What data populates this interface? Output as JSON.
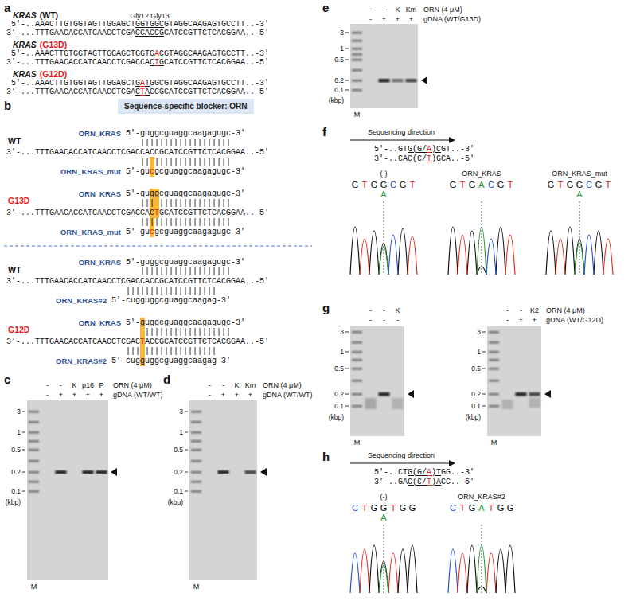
{
  "diagram": {
    "nodes": [
      {
        "text": [
          "Sequence-specific blocker: ORN"
        ]
      }
    ],
    "labels": [
      "a",
      "KRAS",
      "(WT)",
      "Gly12 Gly13",
      "5′-..AAACTTGTGGTAGTTGGAGCT",
      "GGTGGC",
      "GTAGGCAAGAGTGCCTT..-3′",
      "3′-...TTTGAACACCATCAACCTCGA",
      "CCACCG",
      "CATCCGTTCTCACGGAA..-5′",
      "KRAS",
      "(G13D)",
      "5′-..AAACTTGTGGTAGTTGGAGCTGGT",
      "G",
      "A",
      "C",
      "GTAGGCAAGAGTGCCTT..-3′",
      "3′-...TTTGAACACCATCAACCTCGACCA",
      "C",
      "T",
      "G",
      "CATCCGTTCTCACGGAA..-5′",
      "KRAS",
      "(G12D)",
      "5′-..AAACTTGTGGTAGTTGGAGCT",
      "G",
      "A",
      "T",
      "GGCGTAGGCAAGAGTGCCTT..-3′",
      "3′-...TTTGAACACCATCAACCTCGA",
      "C",
      "T",
      "A",
      "CCGCATCCGTTCTCACGGAA..-5′",
      "b",
      "ORN_KRAS",
      "5′-guggcguaggcaagagugc-3′",
      "|||||||||||||||||||",
      "WT",
      "3′-...TTTGAACACCATCAACCTCGACCACCGCATCCGTTCTCACGGAA..-5′",
      "|| ||||||||||||||||",
      "ORN_KRAS_mut",
      "5′-gu",
      "c",
      "gcguaggcaagagugc-3′",
      "ORN_KRAS",
      "5′-guggcguaggcaagagugc-3′",
      "||| |||||||||||||||",
      "G13D",
      "3′-...TTTGAACACCATCAACCTCGACCAC",
      "T",
      "GCATCCGTTCTCACGGAA..-5′",
      "|||||||||||||||||||",
      "ORN_KRAS_mut",
      "5′-gu",
      "c",
      "gcguaggcaagagugc-3′",
      "ORN_KRAS",
      "5′-guggcguaggcaagagugc-3′",
      "|||||||||||||||||||",
      "WT",
      "3′-...TTTGAACACCATCAACCTCGACCACCGCATCCGTTCTCACGGAA..-5′",
      "|||||||||||||||||||",
      "ORN_KRAS#2",
      "5′-cugguggcguaggcaagag-3′",
      "ORN_KRAS",
      "5′-guggcguaggcaagagugc-3′",
      "||||||||||||||||||",
      "G12D",
      "3′-...TTTGAACACCATCAACCTCGAC",
      "T",
      "ACCGCATCCGTTCTCACGGAA..-5′",
      "||| |||||||||||||||",
      "ORN_KRAS#2",
      "5′-cugguggcguaggcaagag-3′",
      "c",
      "-",
      "-",
      "K",
      "p16",
      "P",
      "ORN (4 μM)",
      "-",
      "+",
      "+",
      "+",
      "+",
      "gDNA (WT/WT)",
      "3",
      "1",
      "0.5",
      "0.2",
      "0.1",
      "(kbp)",
      "M",
      "d",
      "-",
      "-",
      "K",
      "Km",
      "ORN (4 μM)",
      "-",
      "+",
      "+",
      "+",
      "gDNA (WT/WT)",
      "3",
      "1",
      "0.5",
      "0.2",
      "0.1",
      "(kbp)",
      "M",
      "e",
      "-",
      "-",
      "K",
      "Km",
      "ORN (4 μM)",
      "-",
      "+",
      "+",
      "+",
      "gDNA (WT/G13D)",
      "3",
      "1",
      "0.5",
      "0.2",
      "0.1",
      "(kbp)",
      "M",
      "f",
      "Sequencing direction",
      "5′-..GT",
      "G(G/",
      "A",
      ")C",
      "GT..-3′",
      "3′-..CA",
      "C(C/",
      "T",
      ")G",
      "CA..-5′",
      "(-)",
      "ORN_KRAS",
      "ORN_KRAS_mut",
      "G",
      "T",
      "G",
      "G",
      "C",
      "G",
      "T",
      "A",
      "G",
      "T",
      "G",
      "A",
      "C",
      "G",
      "T",
      "G",
      "T",
      "G",
      "G",
      "C",
      "G",
      "T",
      "A",
      "g",
      "-",
      "-",
      "K",
      "-",
      "-",
      "-",
      "3",
      "1",
      "0.5",
      "0.2",
      "0.1",
      "(kbp)",
      "M",
      "-",
      "-",
      "K2",
      "ORN (4 μM)",
      "-",
      "+",
      "+",
      "gDNA (WT/G12D)",
      "3",
      "1",
      "0.5",
      "0.2",
      "0.1",
      "(kbp)",
      "M",
      "h",
      "Sequencing direction",
      "5′-..CT",
      "G(G/",
      "A",
      ")T",
      "GG..-3′",
      "3′-..GA",
      "C(C/",
      "T",
      ")A",
      "CC..-5′",
      "(-)",
      "ORN_KRAS#2",
      "C",
      "T",
      "G",
      "G",
      "T",
      "G",
      "G",
      "A",
      "C",
      "T",
      "G",
      "A",
      "T",
      "G",
      "G"
    ]
  }
}
